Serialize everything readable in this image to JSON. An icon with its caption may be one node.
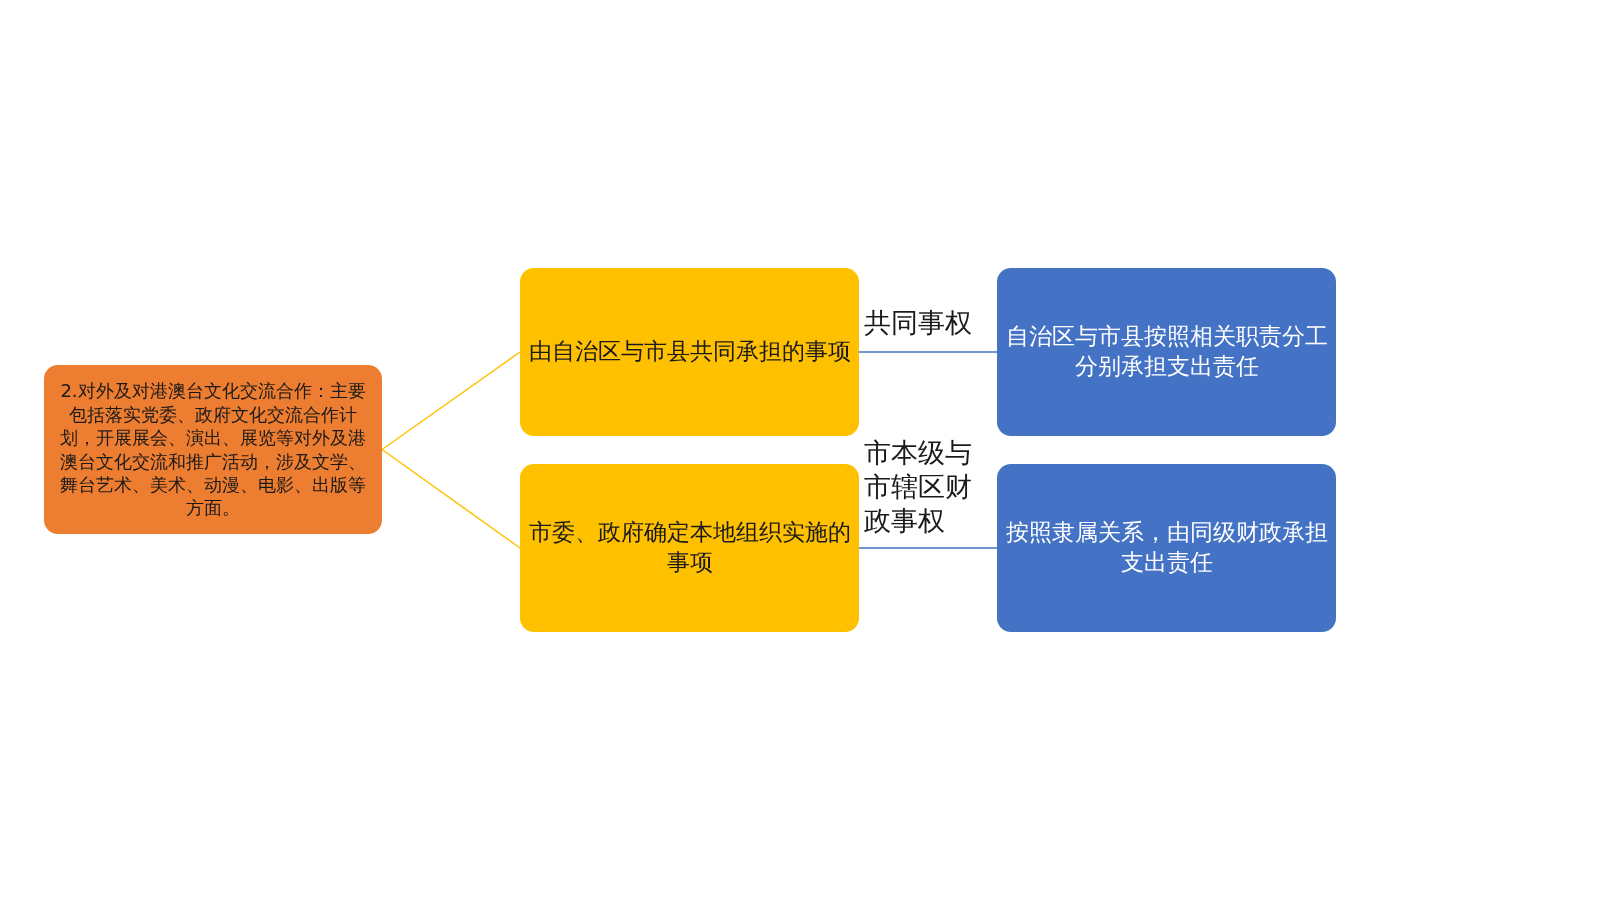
{
  "diagram": {
    "nodes": [
      {
        "text": [
          "2.对外及对港澳台文化交流合作：主要包括落实党委、政府文化交流合作计划，开展展会、演出、展览等对外及港澳台文化交流和推广活动，涉及文学、舞台艺术、美术、动漫、电影、出版等方面。"
        ]
      },
      {
        "text": [
          "由自治区与市县共同承担的事项"
        ]
      },
      {
        "text": [
          "市委、政府确定本地组织实施的事项"
        ]
      },
      {
        "text": [
          "自治区与市县按照相关职责分工分别承担支出责任"
        ]
      },
      {
        "text": [
          "按照隶属关系，由同级财政承担支出责任"
        ]
      }
    ],
    "edges": [
      {
        "from": 0,
        "to": 1,
        "arrow": "none",
        "color": "#ffc000"
      },
      {
        "from": 0,
        "to": 2,
        "arrow": "none",
        "color": "#ffc000"
      },
      {
        "from": 1,
        "to": 3,
        "arrow": "none",
        "label": "共同事权",
        "color": "#4472c4"
      },
      {
        "from": 2,
        "to": 4,
        "arrow": "none",
        "label": "市本级与市辖区财政事权",
        "color": "#4472c4"
      }
    ]
  }
}
